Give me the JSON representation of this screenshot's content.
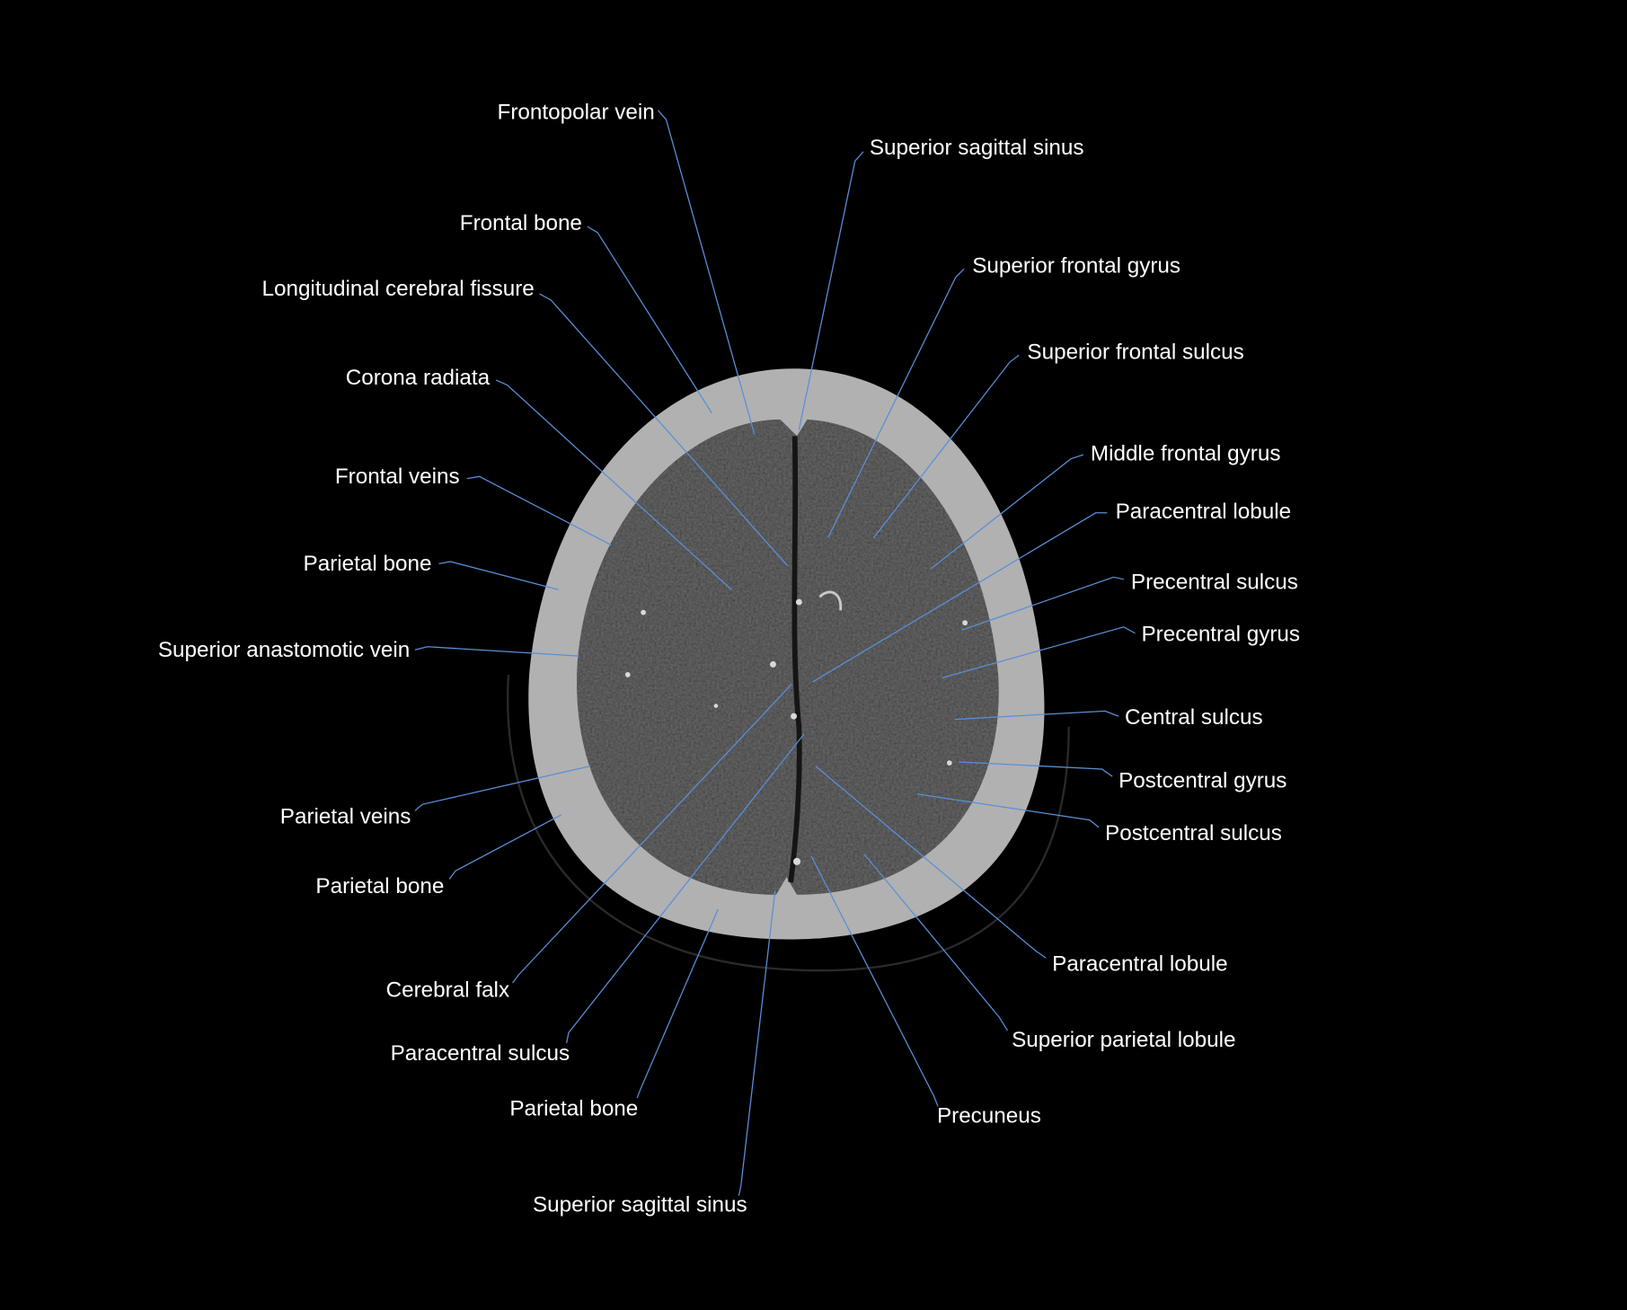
{
  "colors": {
    "background": "#000000",
    "leader_line": "#5a8fd8",
    "bone": "#b1b1b1",
    "brain": "#3b3b3b",
    "label_text": "#ffffff"
  },
  "labels": [
    {
      "text": "Frontopolar vein",
      "side": "left"
    },
    {
      "text": "Frontal bone",
      "side": "left"
    },
    {
      "text": "Longitudinal cerebral fissure",
      "side": "left"
    },
    {
      "text": "Corona radiata",
      "side": "left"
    },
    {
      "text": "Frontal veins",
      "side": "left"
    },
    {
      "text": "Parietal bone",
      "side": "left"
    },
    {
      "text": "Superior anastomotic vein",
      "side": "left"
    },
    {
      "text": "Parietal veins",
      "side": "left"
    },
    {
      "text": "Parietal bone",
      "side": "left"
    },
    {
      "text": "Cerebral falx",
      "side": "left"
    },
    {
      "text": "Paracentral sulcus",
      "side": "left"
    },
    {
      "text": "Parietal bone",
      "side": "left"
    },
    {
      "text": "Superior sagittal sinus",
      "side": "left"
    },
    {
      "text": "Superior sagittal sinus",
      "side": "right"
    },
    {
      "text": "Superior frontal gyrus",
      "side": "right"
    },
    {
      "text": "Superior frontal sulcus",
      "side": "right"
    },
    {
      "text": "Middle frontal gyrus",
      "side": "right"
    },
    {
      "text": "Paracentral lobule",
      "side": "right"
    },
    {
      "text": "Precentral sulcus",
      "side": "right"
    },
    {
      "text": "Precentral gyrus",
      "side": "right"
    },
    {
      "text": "Central sulcus",
      "side": "right"
    },
    {
      "text": "Postcentral gyrus",
      "side": "right"
    },
    {
      "text": "Postcentral sulcus",
      "side": "right"
    },
    {
      "text": "Paracentral lobule",
      "side": "right"
    },
    {
      "text": "Superior parietal lobule",
      "side": "right"
    },
    {
      "text": "Precuneus",
      "side": "right"
    }
  ]
}
